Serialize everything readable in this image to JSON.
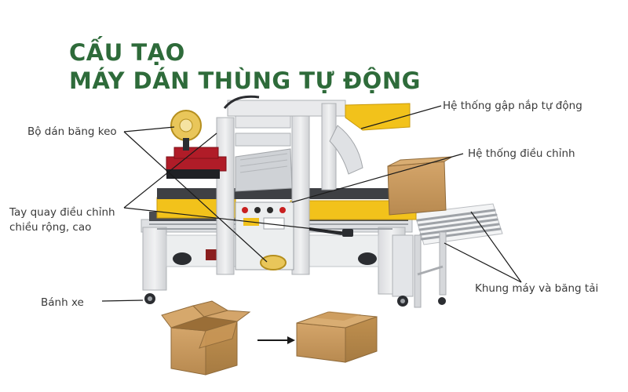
{
  "title": {
    "line1": "CẤU TẠO",
    "line2": "MÁY DÁN THÙNG TỰ ĐỘNG"
  },
  "labels": {
    "tape_unit": "Bộ dán băng keo",
    "flap_folding": "Hệ thống gập nắp tự động",
    "adjustment": "Hệ thống điều chỉnh",
    "crank_line1": "Tay quay điều chỉnh",
    "crank_line2": "chiều rộng, cao",
    "frame_conveyor": "Khung máy và băng tải",
    "wheel": "Bánh xe"
  },
  "colors": {
    "title": "#2e6b3a",
    "label_text": "#3a3a3a",
    "leader_line": "#1a1a1a",
    "machine_frame": "#e7e8ea",
    "accent_yellow": "#f2c21b",
    "tape_red": "#b01c28",
    "cardboard": "#c89a5f"
  },
  "icons": {
    "arrow": "right-arrow-icon"
  }
}
